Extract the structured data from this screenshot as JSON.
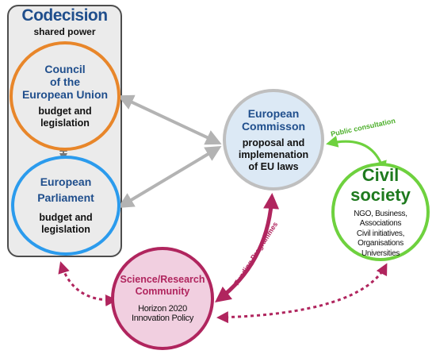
{
  "codecision": {
    "title": "Codecision",
    "subtitle": "shared power"
  },
  "council": {
    "name_lines": [
      "Council",
      "of the",
      "European Union"
    ],
    "role_lines": [
      "budget and",
      "legislation"
    ]
  },
  "parliament": {
    "name_lines": [
      "European",
      "Parliament"
    ],
    "role_lines": [
      "budget and",
      "legislation"
    ]
  },
  "commission": {
    "name_lines": [
      "European",
      "Commisson"
    ],
    "role_lines": [
      "proposal and",
      "implemenation",
      "of EU laws"
    ]
  },
  "civil": {
    "name_lines": [
      "Civil",
      "society"
    ],
    "members_lines": [
      "NGO, Business, Associations",
      "Civil initiatives, Organisations",
      "Universities"
    ]
  },
  "science": {
    "name_lines": [
      "Science/Research",
      "Community"
    ],
    "programme_lines": [
      "Horizon 2020",
      "Innovation Policy"
    ]
  },
  "edges": {
    "public_consultation": "Public consultation",
    "funding_programmes": "Funding Programmes"
  },
  "colors": {
    "gray_arrow": "#b3b3b3",
    "green": "#6ed13e",
    "magenta": "#b0255e",
    "orange": "#e8862a",
    "blue": "#2b9bed"
  }
}
